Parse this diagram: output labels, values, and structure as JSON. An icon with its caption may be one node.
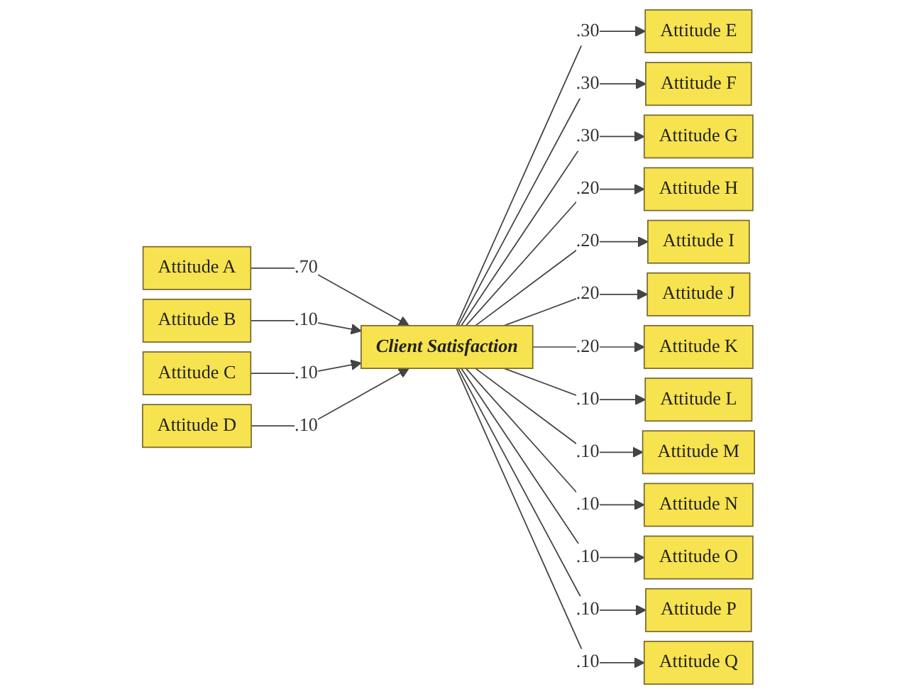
{
  "diagram": {
    "nodes": [
      {
        "text": [
          "Attitude A"
        ]
      },
      {
        "text": [
          "Attitude B"
        ]
      },
      {
        "text": [
          "Attitude C"
        ]
      },
      {
        "text": [
          "Attitude D"
        ]
      },
      {
        "text": [
          "Client Satisfaction"
        ]
      },
      {
        "text": [
          "Attitude E"
        ]
      },
      {
        "text": [
          "Attitude F"
        ]
      },
      {
        "text": [
          "Attitude G"
        ]
      },
      {
        "text": [
          "Attitude H"
        ]
      },
      {
        "text": [
          "Attitude I"
        ]
      },
      {
        "text": [
          "Attitude J"
        ]
      },
      {
        "text": [
          "Attitude K"
        ]
      },
      {
        "text": [
          "Attitude L"
        ]
      },
      {
        "text": [
          "Attitude M"
        ]
      },
      {
        "text": [
          "Attitude N"
        ]
      },
      {
        "text": [
          "Attitude O"
        ]
      },
      {
        "text": [
          "Attitude P"
        ]
      },
      {
        "text": [
          "Attitude Q"
        ]
      }
    ],
    "edges": [
      {
        "from": 0,
        "to": 4,
        "arrow": "to",
        "label": ".70"
      },
      {
        "from": 1,
        "to": 4,
        "arrow": "to",
        "label": ".10"
      },
      {
        "from": 2,
        "to": 4,
        "arrow": "to",
        "label": ".10"
      },
      {
        "from": 3,
        "to": 4,
        "arrow": "to",
        "label": ".10"
      },
      {
        "from": 4,
        "to": 5,
        "arrow": "to",
        "label": ".30"
      },
      {
        "from": 4,
        "to": 6,
        "arrow": "to",
        "label": ".30"
      },
      {
        "from": 4,
        "to": 7,
        "arrow": "to",
        "label": ".30"
      },
      {
        "from": 4,
        "to": 8,
        "arrow": "to",
        "label": ".20"
      },
      {
        "from": 4,
        "to": 9,
        "arrow": "to",
        "label": ".20"
      },
      {
        "from": 4,
        "to": 10,
        "arrow": "to",
        "label": ".20"
      },
      {
        "from": 4,
        "to": 11,
        "arrow": "to",
        "label": ".20"
      },
      {
        "from": 4,
        "to": 12,
        "arrow": "to",
        "label": ".10"
      },
      {
        "from": 4,
        "to": 13,
        "arrow": "to",
        "label": ".10"
      },
      {
        "from": 4,
        "to": 14,
        "arrow": "to",
        "label": ".10"
      },
      {
        "from": 4,
        "to": 15,
        "arrow": "to",
        "label": ".10"
      },
      {
        "from": 4,
        "to": 16,
        "arrow": "to",
        "label": ".10"
      },
      {
        "from": 4,
        "to": 17,
        "arrow": "to",
        "label": ".10"
      }
    ]
  }
}
